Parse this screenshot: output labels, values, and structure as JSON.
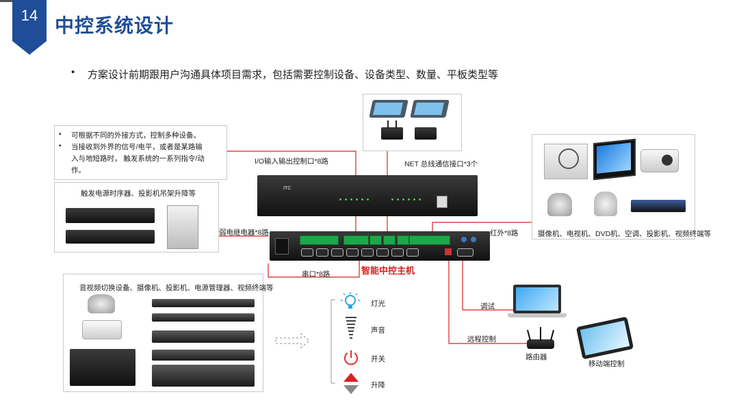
{
  "slide": {
    "number": "14",
    "title": "中控系统设计",
    "bullet": "方案设计前期跟用户沟通具体项目需求，包括需要控制设备、设备类型、数量、平板类型等"
  },
  "notes": {
    "line1": "可根据不同的外接方式，控制多种设备。",
    "line2a": "当接收到外界的信号/电平，或者是某路输",
    "line2b": "入与地短路时， 触发系统的一系列指令/动",
    "line2c": "作。"
  },
  "labels": {
    "io": "I/O输入输出控制口*8路",
    "net": "NET 总线通信接口*3个",
    "relay_devices": "触发电源时序器、投影机吊架升降等",
    "relay": "弱电继电器*8路",
    "ir": "红外*8路",
    "ir_devices": "摄像机、电视机、DVD机、空调、投影机、视频终端等",
    "serial": "串口*8路",
    "host": "智能中控主机",
    "serial_devices": "音视频切换设备、摄像机、投影机、电源管理器、视频终端等",
    "debug": "调试",
    "remote": "远程控制",
    "router": "路由器",
    "mobile": "移动端控制"
  },
  "controls": [
    {
      "label": "灯光",
      "icon": "bulb-icon"
    },
    {
      "label": "声音",
      "icon": "volume-icon"
    },
    {
      "label": "开关",
      "icon": "power-icon"
    },
    {
      "label": "升降",
      "icon": "up-down-icon"
    }
  ],
  "colors": {
    "accent": "#1f4e99",
    "line_red": "#d92020"
  }
}
